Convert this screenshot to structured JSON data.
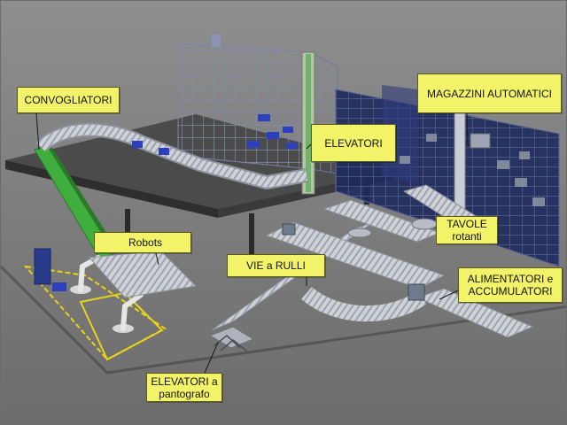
{
  "diagram": {
    "labels": {
      "convogliatori": "CONVOGLIATORI",
      "magazzini": "MAGAZZINI AUTOMATICI",
      "elevatori": "ELEVATORI",
      "tavole": "TAVOLE\nrotanti",
      "robots": "Robots",
      "vie_rulli": "VIE a RULLI",
      "alimentatori": "ALIMENTATORI e\nACCUMULATORI",
      "elevatori_pantografo": "ELEVATORI a\npantografo"
    },
    "colors": {
      "callout_fill": "#f3f36a",
      "floor": "#7a7a7a",
      "mezzanine": "#4a4a4a",
      "conveyor": "#c9ccd2",
      "rack_steel": "#8a94b6",
      "green_belt": "#3fae3f",
      "box_blue": "#2b3fbf",
      "safety_yellow": "#e8d21a"
    }
  }
}
